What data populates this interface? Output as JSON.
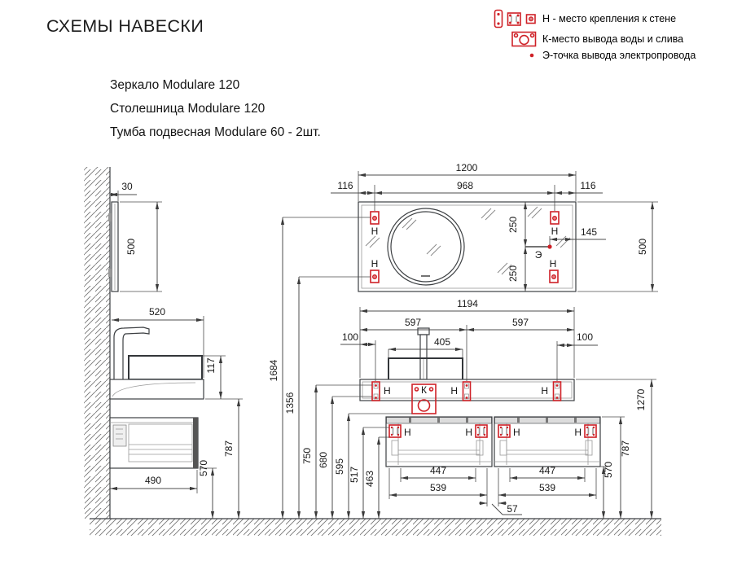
{
  "page": {
    "title": "СХЕМЫ НАВЕСКИ"
  },
  "products": {
    "items": [
      "Зеркало Modulare 120",
      "Столешница Modulare 120",
      "Тумба подвесная Modulare 60 - 2шт."
    ]
  },
  "legend": {
    "mount": "Н - место крепления к стене",
    "water": "К-место вывода воды и слива",
    "electric": "Э-точка вывода электропровода"
  },
  "markers": {
    "mount": "Н",
    "water": "К",
    "electric": "Э"
  },
  "dims": {
    "mirror_width": "1200",
    "mirror_mount_span": "968",
    "mirror_mount_edge_offset": "116",
    "mirror_half_height": "250",
    "electric_point_offset": "145",
    "mirror_height": "500",
    "mirror_depth": "30",
    "mirror_mount_top_height": "1684",
    "mirror_mount_bottom_height": "1356",
    "countertop_depth": "520",
    "countertop_assembly_height": "117",
    "countertop_width": "1194",
    "countertop_half_width": "597",
    "basin_width": "405",
    "bracket_edge_offset": "100",
    "ct_bracket_top_height": "750",
    "ct_bracket_bottom_height": "680",
    "drain_height": "595",
    "cab_bracket_top_height": "517",
    "cab_bracket_bottom_height": "463",
    "cabinet_mount_span": "447",
    "cabinet_span": "539",
    "cabinet_gap": "57",
    "cabinet_depth": "490",
    "cabinet_bottom_height": "570",
    "cabinet_top_height": "787",
    "countertop_surface_height": "1270"
  },
  "colors": {
    "accent_red": "#cf2127",
    "line": "#3d4043"
  }
}
